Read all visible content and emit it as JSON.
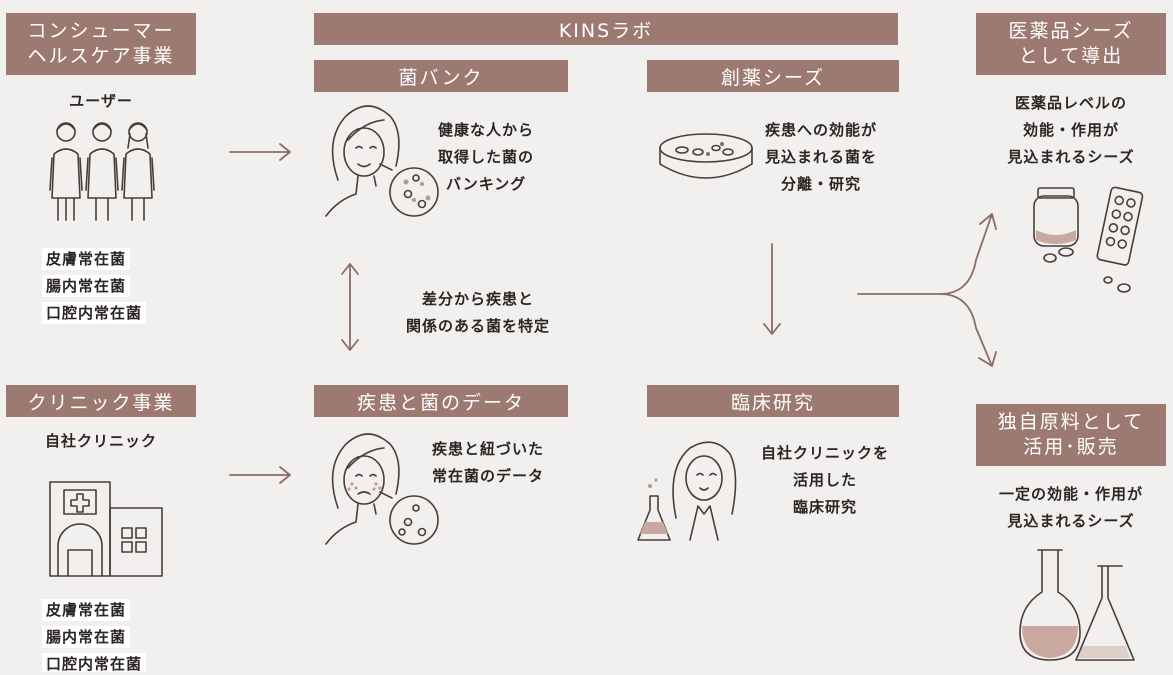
{
  "left": {
    "consumer": {
      "header": [
        "コンシューマー",
        "ヘルスケア事業"
      ],
      "users_label": "ユーザー",
      "bacteria": [
        "皮膚常在菌",
        "腸内常在菌",
        "口腔内常在菌"
      ]
    },
    "clinic": {
      "header": "クリニック事業",
      "label": "自社クリニック",
      "bacteria": [
        "皮膚常在菌",
        "腸内常在菌",
        "口腔内常在菌"
      ]
    }
  },
  "lab": {
    "title": "KINSラボ",
    "bank": {
      "header": "菌バンク",
      "desc": [
        "健康な人から",
        "取得した菌の",
        "バンキング"
      ]
    },
    "seeds": {
      "header": "創薬シーズ",
      "desc": [
        "疾患への効能が",
        "見込まれる菌を",
        "分離・研究"
      ]
    },
    "diff": {
      "desc": [
        "差分から疾患と",
        "関係のある菌を特定"
      ]
    },
    "disease": {
      "header": "疾患と菌のデータ",
      "desc": [
        "疾患と紐づいた",
        "常在菌のデータ"
      ]
    },
    "clinical": {
      "header": "臨床研究",
      "desc": [
        "自社クリニックを",
        "活用した",
        "臨床研究"
      ]
    }
  },
  "right": {
    "pharma": {
      "header": [
        "医薬品シーズ",
        "として導出"
      ],
      "desc": [
        "医薬品レベルの",
        "効能・作用が",
        "見込まれるシーズ"
      ]
    },
    "material": {
      "header": [
        "独自原料として",
        "活用･販売"
      ],
      "desc": [
        "一定の効能・作用が",
        "見込まれるシーズ"
      ]
    }
  },
  "colors": {
    "header_bg": "#9d7a71",
    "background": "#f2f0ee",
    "arrow": "#8b6c64",
    "line_art": "#4a3c38"
  }
}
